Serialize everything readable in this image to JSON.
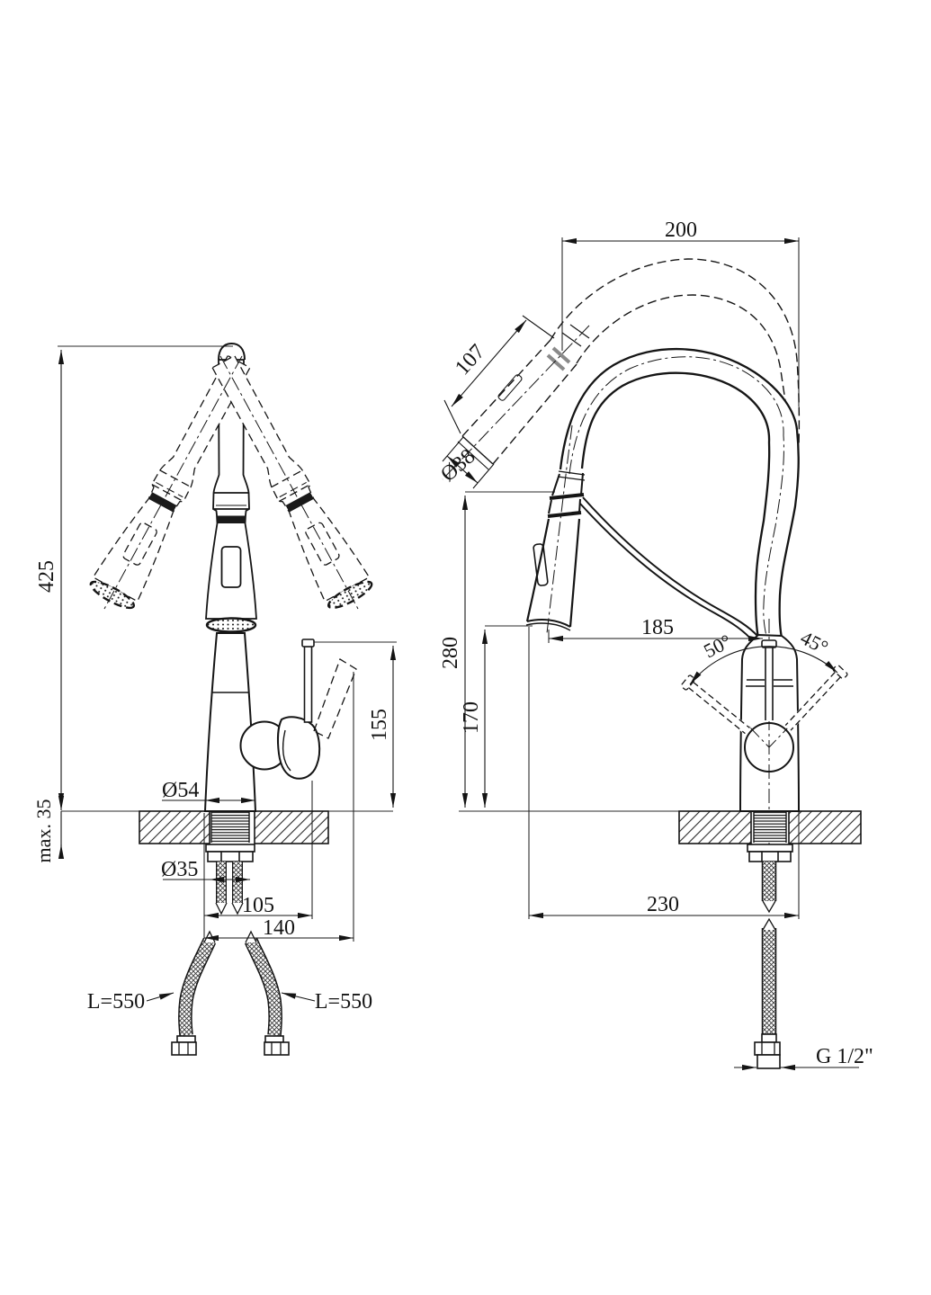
{
  "drawing": {
    "front_view": {
      "height_total": "425",
      "countertop_thickness": "max. 35",
      "handle_height": "155",
      "base_diameter": "Ø54",
      "shank_diameter": "Ø35",
      "offset_handle_stem": "105",
      "offset_handle_tip": "140",
      "hose_length_left": "L=550",
      "hose_length_right": "L=550"
    },
    "side_view": {
      "spout_reach": "200",
      "handshower_length": "107",
      "handshower_diameter": "Ø38",
      "spout_height": "280",
      "outlet_height": "170",
      "outlet_reach": "185",
      "handle_angle_back": "50°",
      "handle_angle_forward": "45°",
      "overall_reach": "230",
      "connection_thread": "G 1/2\""
    }
  }
}
